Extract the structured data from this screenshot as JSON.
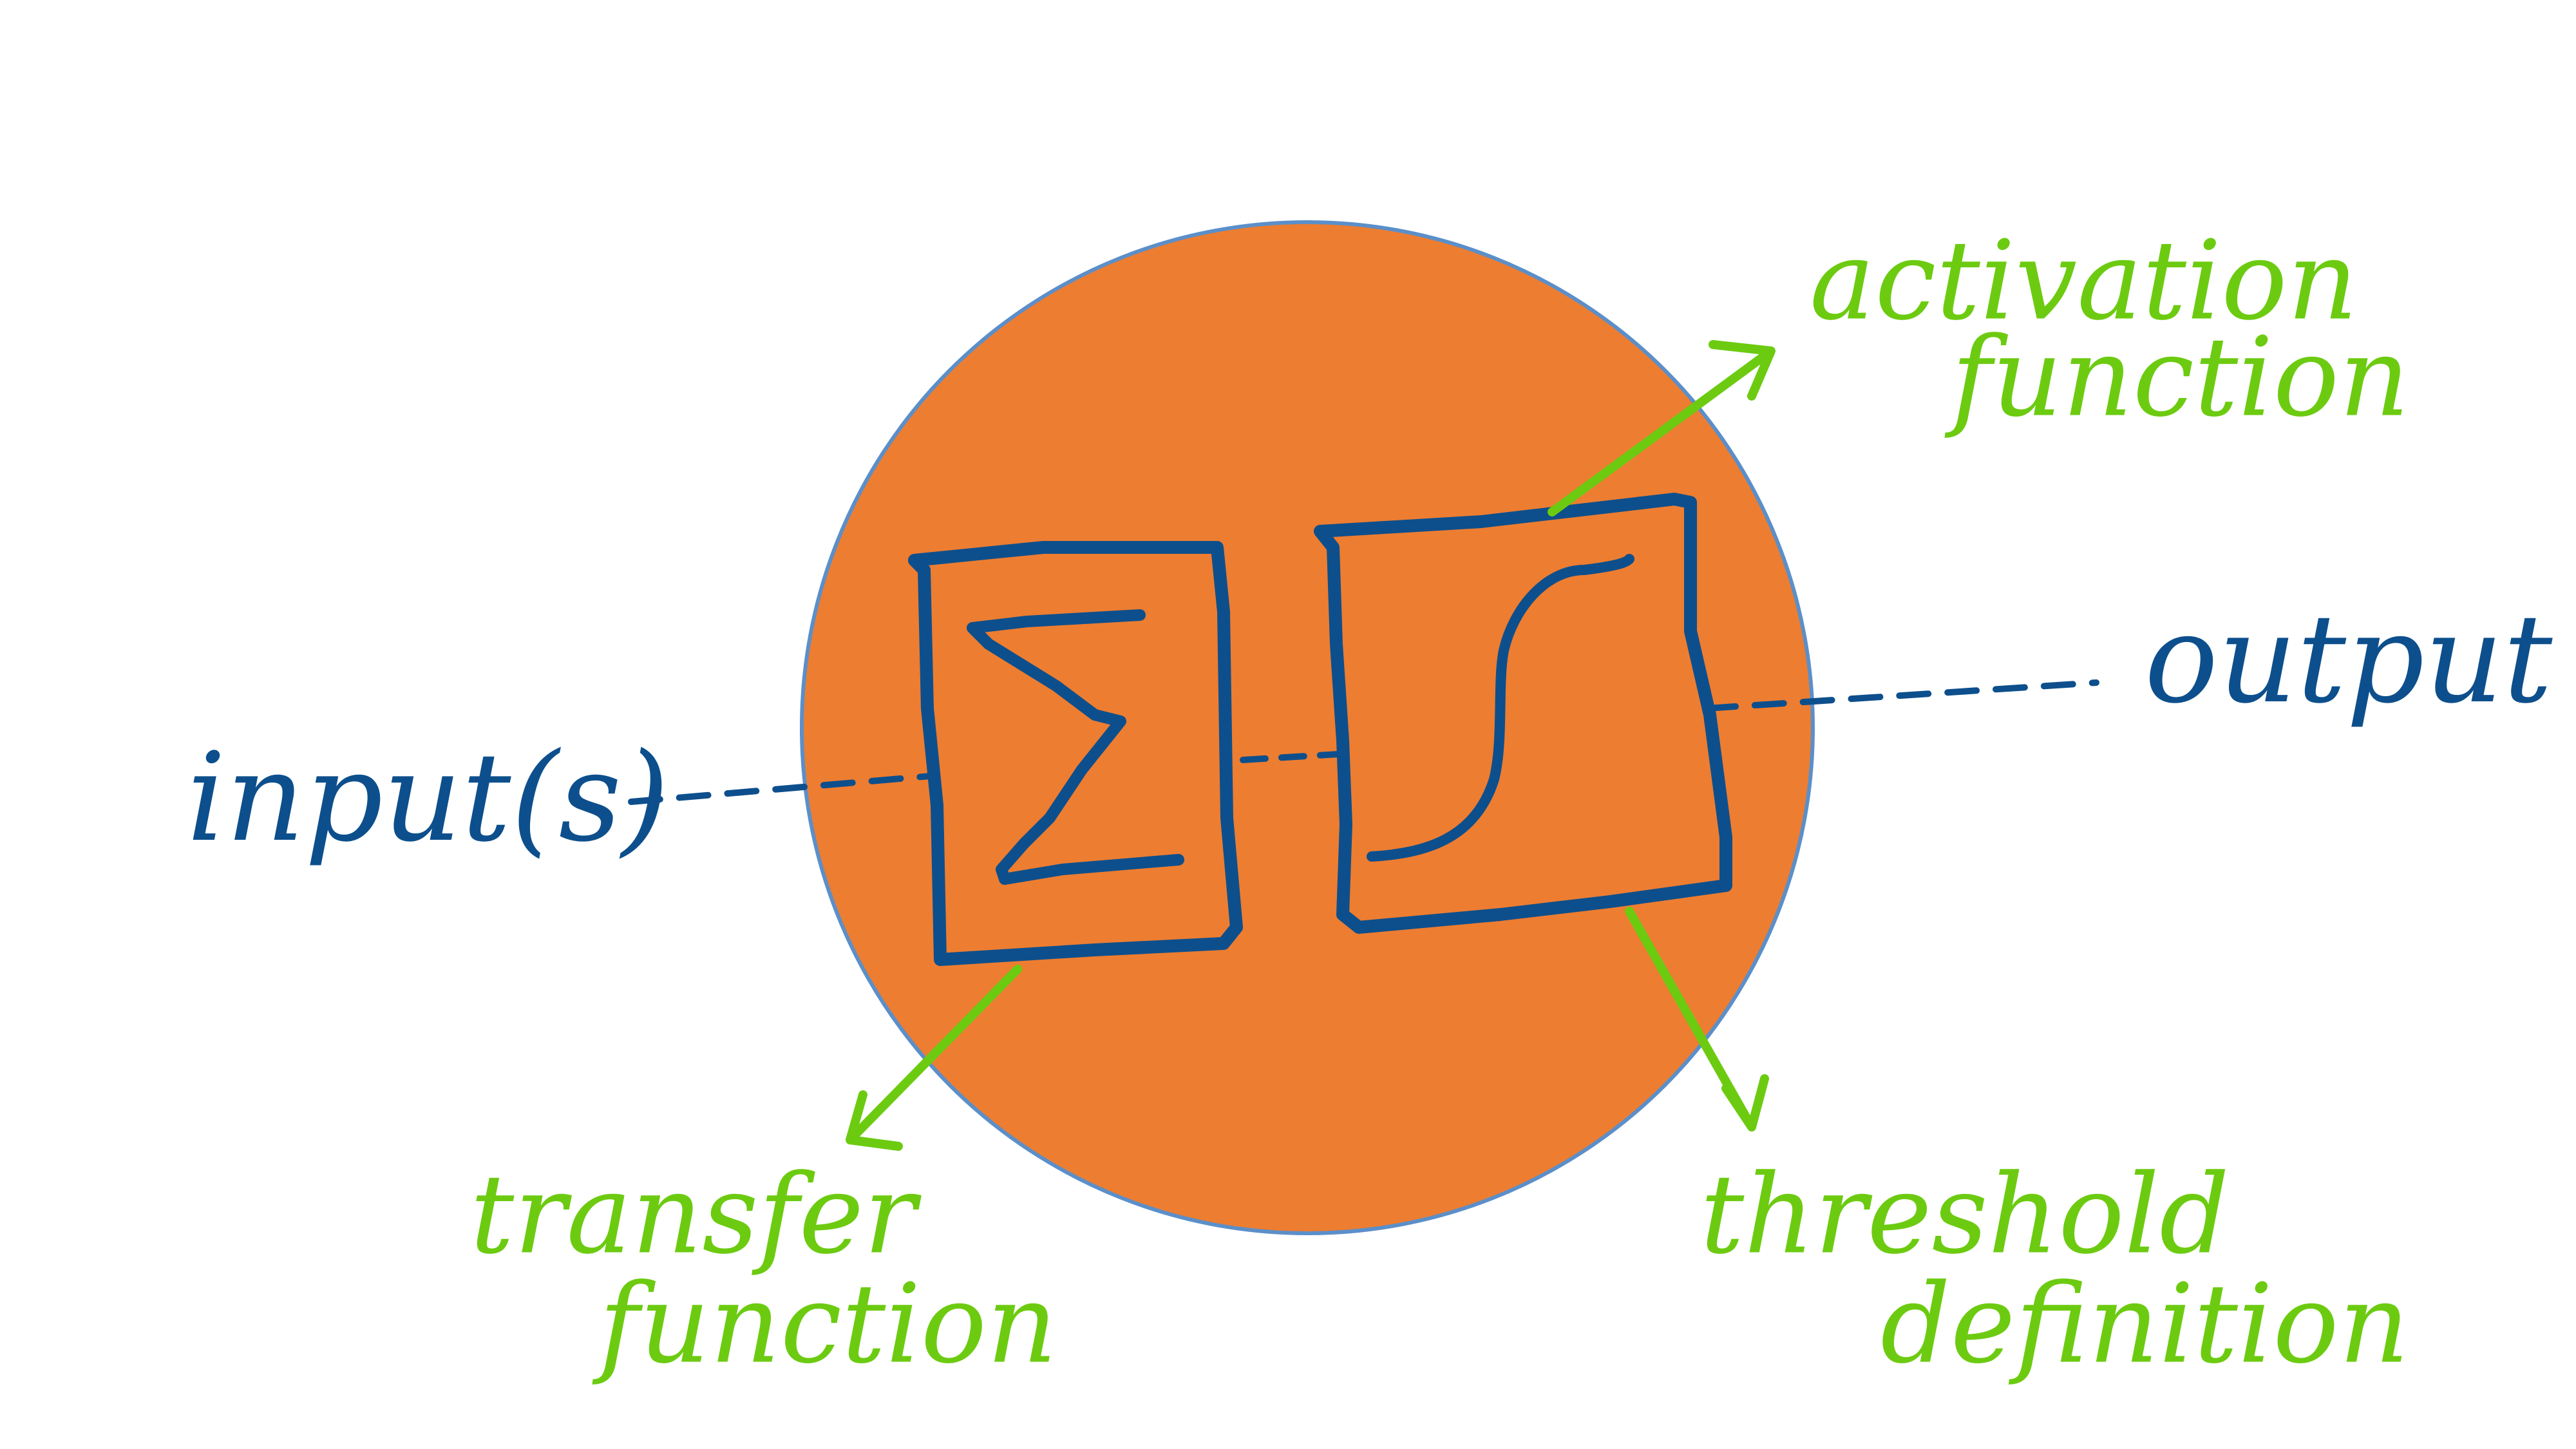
{
  "colors": {
    "neuron_fill": "#ed7d31",
    "neuron_outline": "#5b8fc9",
    "ink_blue": "#0d4f8c",
    "ink_green": "#6ccb10",
    "background": "#ffffff"
  },
  "labels": {
    "input": "input(s)",
    "output": "output",
    "transfer_line1": "transfer",
    "transfer_line2": "function",
    "activation_line1": "activation",
    "activation_line2": "function",
    "threshold_line1": "threshold",
    "threshold_line2": "definition"
  },
  "symbols": {
    "transfer": "sigma-icon",
    "activation": "sigmoid-curve-icon"
  }
}
